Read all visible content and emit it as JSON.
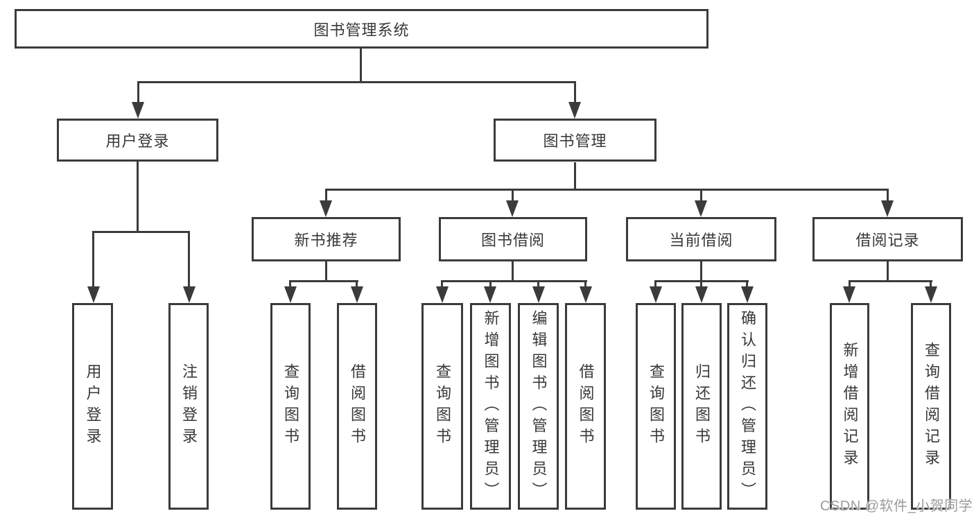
{
  "diagram_type": "hierarchy-tree",
  "tree": {
    "root": "图书管理系统",
    "branches": [
      {
        "label": "用户登录",
        "children": [
          "用户登录",
          "注销登录"
        ]
      },
      {
        "label": "图书管理",
        "groups": [
          {
            "label": "新书推荐",
            "children": [
              "查询图书",
              "借阅图书"
            ]
          },
          {
            "label": "图书借阅",
            "children": [
              "查询图书",
              "新增图书（管理员）",
              "编辑图书（管理员）",
              "借阅图书"
            ]
          },
          {
            "label": "当前借阅",
            "children": [
              "查询图书",
              "归还图书",
              "确认归还（管理员）"
            ]
          },
          {
            "label": "借阅记录",
            "children": [
              "新增借阅记录",
              "查询借阅记录"
            ]
          }
        ]
      }
    ]
  },
  "watermark": "CSDN @软件_小贺同学",
  "colors": {
    "line": "#3b3b3b",
    "text": "#383838",
    "background": "#ffffff",
    "watermark": "#9b9b9b"
  }
}
